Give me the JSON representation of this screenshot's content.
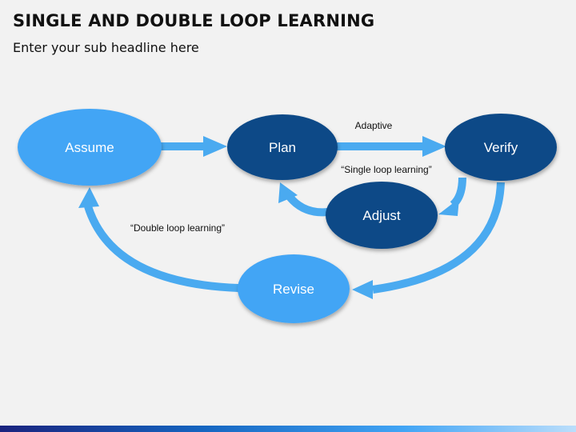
{
  "header": {
    "title": "SINGLE AND DOUBLE LOOP LEARNING",
    "subtitle": "Enter your sub headline here"
  },
  "nodes": {
    "assume": "Assume",
    "plan": "Plan",
    "verify": "Verify",
    "adjust": "Adjust",
    "revise": "Revise"
  },
  "labels": {
    "adaptive": "Adaptive",
    "single_loop": "“Single loop learning”",
    "double_loop": "“Double loop learning”"
  },
  "colors": {
    "light_blue": "#42a5f5",
    "dark_blue": "#0d4a87",
    "arrow": "#4aaaf0",
    "background": "#f2f2f2"
  }
}
